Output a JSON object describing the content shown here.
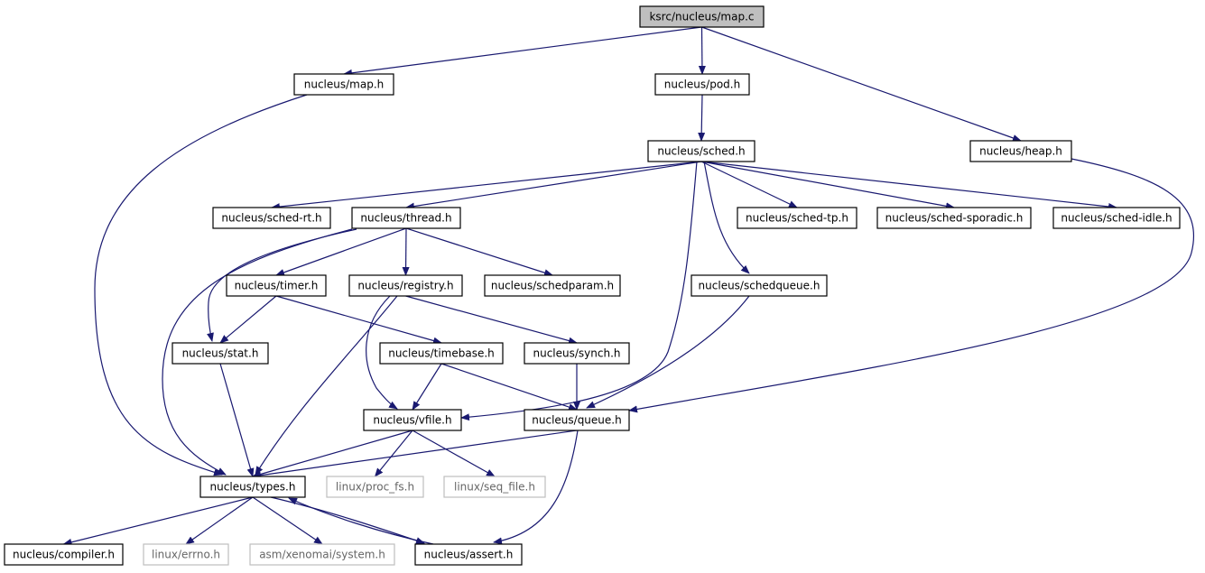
{
  "colors": {
    "edge": "#191970",
    "node_border": "#000000",
    "node_border_external": "#bfbfbf",
    "node_fill_root": "#bfbfbf",
    "node_fill": "#ffffff",
    "text": "#000000",
    "text_external": "#666666"
  },
  "nodes": [
    {
      "id": "map_c",
      "label": "ksrc/nucleus/map.c",
      "style": "root"
    },
    {
      "id": "map_h",
      "label": "nucleus/map.h",
      "style": "normal"
    },
    {
      "id": "pod_h",
      "label": "nucleus/pod.h",
      "style": "normal"
    },
    {
      "id": "heap_h",
      "label": "nucleus/heap.h",
      "style": "normal"
    },
    {
      "id": "sched_h",
      "label": "nucleus/sched.h",
      "style": "normal"
    },
    {
      "id": "sched_rt_h",
      "label": "nucleus/sched-rt.h",
      "style": "normal"
    },
    {
      "id": "thread_h",
      "label": "nucleus/thread.h",
      "style": "normal"
    },
    {
      "id": "sched_tp_h",
      "label": "nucleus/sched-tp.h",
      "style": "normal"
    },
    {
      "id": "sched_sporadic_h",
      "label": "nucleus/sched-sporadic.h",
      "style": "normal"
    },
    {
      "id": "sched_idle_h",
      "label": "nucleus/sched-idle.h",
      "style": "normal"
    },
    {
      "id": "timer_h",
      "label": "nucleus/timer.h",
      "style": "normal"
    },
    {
      "id": "registry_h",
      "label": "nucleus/registry.h",
      "style": "normal"
    },
    {
      "id": "schedparam_h",
      "label": "nucleus/schedparam.h",
      "style": "normal"
    },
    {
      "id": "schedqueue_h",
      "label": "nucleus/schedqueue.h",
      "style": "normal"
    },
    {
      "id": "stat_h",
      "label": "nucleus/stat.h",
      "style": "normal"
    },
    {
      "id": "timebase_h",
      "label": "nucleus/timebase.h",
      "style": "normal"
    },
    {
      "id": "synch_h",
      "label": "nucleus/synch.h",
      "style": "normal"
    },
    {
      "id": "vfile_h",
      "label": "nucleus/vfile.h",
      "style": "normal"
    },
    {
      "id": "queue_h",
      "label": "nucleus/queue.h",
      "style": "normal"
    },
    {
      "id": "types_h",
      "label": "nucleus/types.h",
      "style": "normal"
    },
    {
      "id": "proc_fs_h",
      "label": "linux/proc_fs.h",
      "style": "external"
    },
    {
      "id": "seq_file_h",
      "label": "linux/seq_file.h",
      "style": "external"
    },
    {
      "id": "compiler_h",
      "label": "nucleus/compiler.h",
      "style": "normal"
    },
    {
      "id": "errno_h",
      "label": "linux/errno.h",
      "style": "external"
    },
    {
      "id": "system_h",
      "label": "asm/xenomai/system.h",
      "style": "external"
    },
    {
      "id": "assert_h",
      "label": "nucleus/assert.h",
      "style": "normal"
    }
  ],
  "edges": [
    {
      "from": "map_c",
      "to": "map_h"
    },
    {
      "from": "map_c",
      "to": "pod_h"
    },
    {
      "from": "map_c",
      "to": "heap_h"
    },
    {
      "from": "map_h",
      "to": "types_h"
    },
    {
      "from": "pod_h",
      "to": "sched_h"
    },
    {
      "from": "heap_h",
      "to": "queue_h"
    },
    {
      "from": "sched_h",
      "to": "sched_rt_h"
    },
    {
      "from": "sched_h",
      "to": "thread_h"
    },
    {
      "from": "sched_h",
      "to": "sched_tp_h"
    },
    {
      "from": "sched_h",
      "to": "sched_sporadic_h"
    },
    {
      "from": "sched_h",
      "to": "sched_idle_h"
    },
    {
      "from": "sched_h",
      "to": "schedqueue_h"
    },
    {
      "from": "sched_h",
      "to": "vfile_h"
    },
    {
      "from": "thread_h",
      "to": "timer_h"
    },
    {
      "from": "thread_h",
      "to": "registry_h"
    },
    {
      "from": "thread_h",
      "to": "schedparam_h"
    },
    {
      "from": "thread_h",
      "to": "stat_h"
    },
    {
      "from": "thread_h",
      "to": "types_h"
    },
    {
      "from": "timer_h",
      "to": "stat_h"
    },
    {
      "from": "timer_h",
      "to": "timebase_h"
    },
    {
      "from": "registry_h",
      "to": "synch_h"
    },
    {
      "from": "registry_h",
      "to": "vfile_h"
    },
    {
      "from": "registry_h",
      "to": "types_h"
    },
    {
      "from": "schedqueue_h",
      "to": "queue_h"
    },
    {
      "from": "stat_h",
      "to": "types_h"
    },
    {
      "from": "timebase_h",
      "to": "vfile_h"
    },
    {
      "from": "timebase_h",
      "to": "queue_h"
    },
    {
      "from": "synch_h",
      "to": "queue_h"
    },
    {
      "from": "vfile_h",
      "to": "types_h"
    },
    {
      "from": "vfile_h",
      "to": "proc_fs_h"
    },
    {
      "from": "vfile_h",
      "to": "seq_file_h"
    },
    {
      "from": "queue_h",
      "to": "types_h"
    },
    {
      "from": "queue_h",
      "to": "assert_h"
    },
    {
      "from": "types_h",
      "to": "compiler_h"
    },
    {
      "from": "types_h",
      "to": "errno_h"
    },
    {
      "from": "types_h",
      "to": "system_h"
    },
    {
      "from": "types_h",
      "to": "assert_h"
    },
    {
      "from": "assert_h",
      "to": "types_h"
    }
  ]
}
